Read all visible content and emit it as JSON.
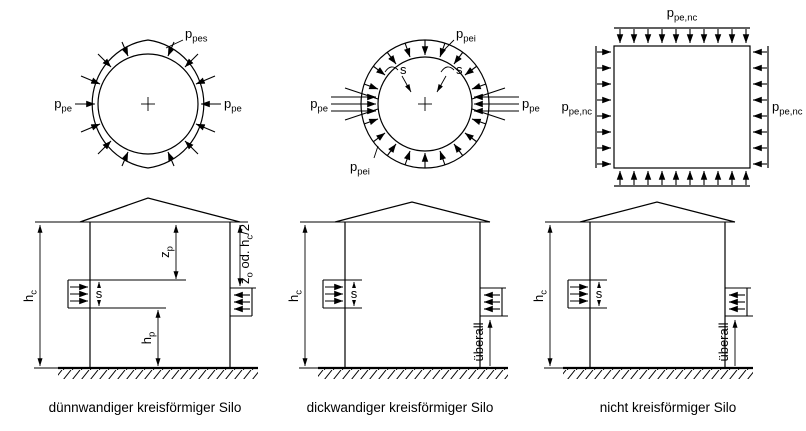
{
  "cross_sections": {
    "thin": {
      "label_top": {
        "base": "p",
        "sub": "pes"
      },
      "label_left": {
        "base": "p",
        "sub": "pe"
      },
      "label_right": {
        "base": "p",
        "sub": "pe"
      }
    },
    "thick": {
      "label_top": {
        "base": "p",
        "sub": "pei"
      },
      "label_bottom": {
        "base": "p",
        "sub": "pei"
      },
      "label_left": {
        "base": "p",
        "sub": "pe"
      },
      "label_right": {
        "base": "p",
        "sub": "pe"
      },
      "patch_width_label": "s"
    },
    "square": {
      "label_top": {
        "base": "p",
        "sub": "pe,nc"
      },
      "label_left": {
        "base": "p",
        "sub": "pe,nc"
      },
      "label_right": {
        "base": "p",
        "sub": "pe,nc"
      }
    }
  },
  "elevations": {
    "height_label": {
      "base": "h",
      "sub": "c"
    },
    "patch_depth_label": {
      "base": "z",
      "sub": "p"
    },
    "alt_depth_label": {
      "parts": [
        "z",
        "o",
        " od. h",
        "c",
        "/2"
      ]
    },
    "patch_height_label": {
      "base": "h",
      "sub": "p"
    },
    "patch_size_label": "s",
    "everywhere_label": "überall"
  },
  "captions": {
    "thin": "dünnwandiger kreisförmiger Silo",
    "thick": "dickwandiger kreisförmiger Silo",
    "square": "nicht kreisförmiger Silo"
  }
}
